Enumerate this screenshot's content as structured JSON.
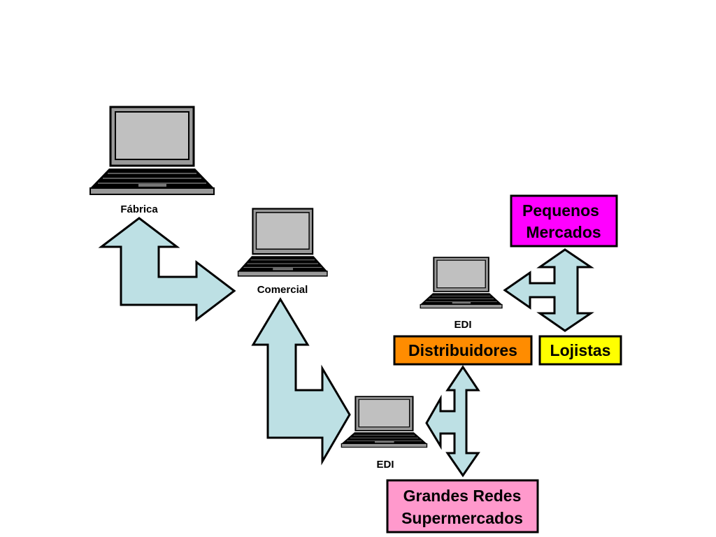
{
  "nodes": {
    "fabrica": {
      "label": "Fábrica"
    },
    "comercial": {
      "label": "Comercial"
    },
    "edi_top": {
      "label": "EDI"
    },
    "edi_bottom": {
      "label": "EDI"
    }
  },
  "boxes": {
    "pequenos_mercados": {
      "lines": [
        "Pequenos",
        "Mercados"
      ],
      "color": "#ff00ff"
    },
    "distribuidores": {
      "lines": [
        "Distribuidores"
      ],
      "color": "#ff8c00"
    },
    "lojistas": {
      "lines": [
        "Lojistas"
      ],
      "color": "#ffff00"
    },
    "grandes_redes": {
      "lines": [
        "Grandes Redes",
        "Supermercados"
      ],
      "color": "#ff99cc"
    }
  },
  "colors": {
    "arrow_fill": "#bde0e4",
    "laptop_screen": "#c0c0c0",
    "laptop_body": "#999999"
  },
  "icons": [
    "laptop-icon",
    "bent-arrow-icon",
    "tri-arrow-icon"
  ]
}
